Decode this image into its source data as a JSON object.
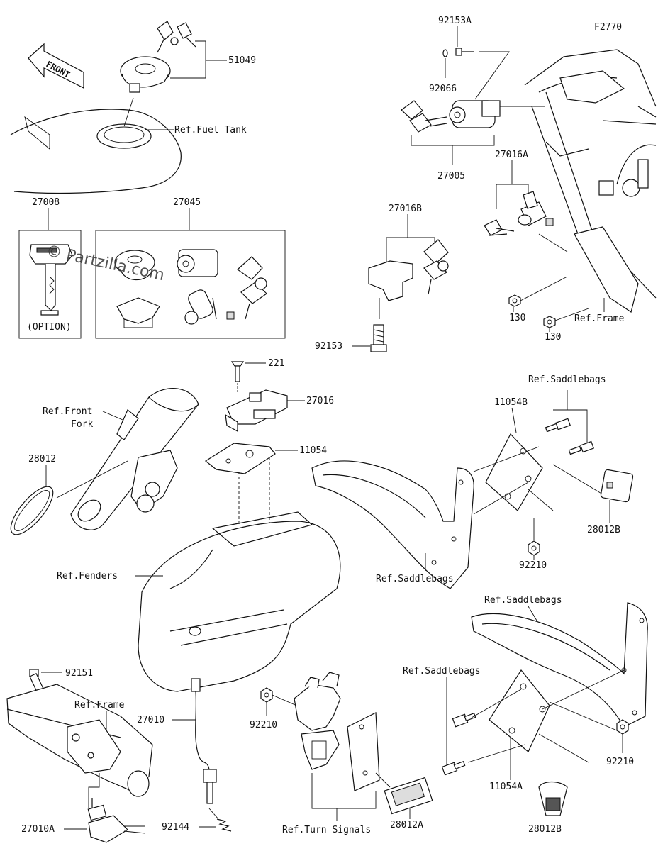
{
  "diagram": {
    "figure_code": "F2770",
    "watermark": "© Partzilla.com",
    "front_arrow": "FRONT",
    "option_note": "(OPTION)"
  },
  "callouts": {
    "c51049": "51049",
    "refFuelTank": "Ref.Fuel Tank",
    "c27008": "27008",
    "c27045": "27045",
    "c92153A": "92153A",
    "c92066": "92066",
    "c27005": "27005",
    "c27016A": "27016A",
    "c27016B": "27016B",
    "c92153": "92153",
    "c130a": "130",
    "c130b": "130",
    "refFrameTop": "Ref.Frame",
    "c221": "221",
    "c27016": "27016",
    "c11054": "11054",
    "refFrontFork": "Ref.Front",
    "refFrontFork2": "Fork",
    "c28012": "28012",
    "refFenders": "Ref.Fenders",
    "refSaddlebags1": "Ref.Saddlebags",
    "c11054B": "11054B",
    "c28012B_top": "28012B",
    "c92210a": "92210",
    "refSaddlebags2": "Ref.Saddlebags",
    "refSaddlebags3": "Ref.Saddlebags",
    "refSaddlebags4": "Ref.Saddlebags",
    "c92151": "92151",
    "refFrameBottom": "Ref.Frame",
    "c27010": "27010",
    "c27010A": "27010A",
    "c92144": "92144",
    "c92210b": "92210",
    "refTurnSignals": "Ref.Turn Signals",
    "c28012A": "28012A",
    "c11054A": "11054A",
    "c92210c": "92210",
    "c28012B_bottom": "28012B"
  }
}
